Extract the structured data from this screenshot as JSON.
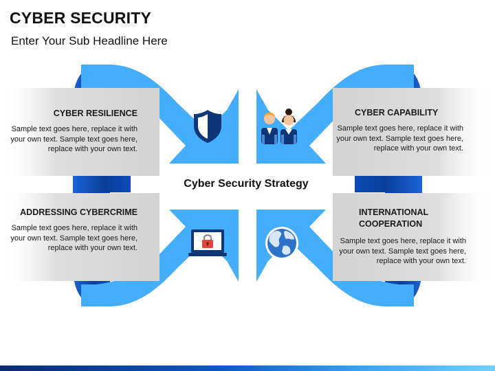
{
  "header": {
    "title": "CYBER SECURITY",
    "subtitle": "Enter Your Sub Headline Here"
  },
  "center": {
    "label": "Cyber Security Strategy"
  },
  "panels": [
    {
      "id": "top-left",
      "heading": "CYBER RESILIENCE",
      "text": "Sample text goes here, replace it with your own text. Sample text goes here, replace with your own text.",
      "icon": "shield-icon"
    },
    {
      "id": "top-right",
      "heading": "CYBER CAPABILITY",
      "text": "Sample text goes here, replace it with your own text. Sample text goes here, replace with your own text.",
      "icon": "people-icon"
    },
    {
      "id": "bottom-left",
      "heading": "ADDRESSING CYBERCRIME",
      "text": "Sample text goes here, replace it with your own text. Sample text goes here, replace with your own text.",
      "icon": "laptop-lock-icon"
    },
    {
      "id": "bottom-right",
      "heading": "INTERNATIONAL COOPERATION",
      "text": "Sample text goes here, replace it with your own text. Sample text goes here, replace with your own text.",
      "icon": "globe-icon"
    }
  ],
  "colors": {
    "arrow": "#45aefc",
    "arrow_dark": "#0a3e9c",
    "panel": "#d8d8d8",
    "icon_navy": "#0d3778"
  }
}
